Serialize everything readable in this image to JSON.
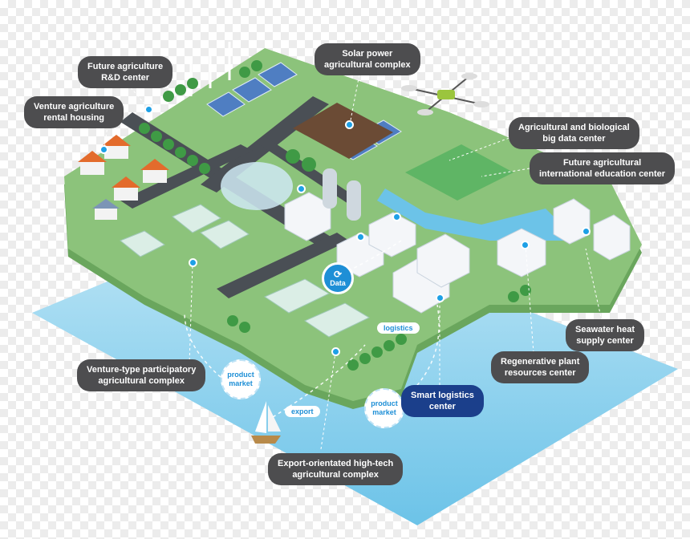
{
  "labels": {
    "future_rd": "Future agriculture\nR&D center",
    "venture_housing": "Venture agriculture\nrental housing",
    "solar": "Solar power\nagricultural complex",
    "big_data": "Agricultural and biological\nbig data center",
    "education": "Future agricultural\ninternational education center",
    "seawater": "Seawater heat\nsupply center",
    "regenerative": "Regenerative plant\nresources center",
    "smart_logistics": "Smart logistics\ncenter",
    "venture_complex": "Venture-type participatory\nagricultural complex",
    "export_complex": "Export-orientated high-tech\nagricultural complex"
  },
  "flow": {
    "data": "Data",
    "logistics": "logistics",
    "product_market_1": "product\nmarket",
    "product_market_2": "product\nmarket",
    "export": "export"
  },
  "colors": {
    "sea": "#7fcbeb",
    "land": "#8cc37b",
    "land_edge": "#6aa65d",
    "road": "#4a4f55",
    "accent": "#1e8fd6",
    "callout": "#4d4d4f",
    "callout_highlight": "#1b3f8b"
  }
}
